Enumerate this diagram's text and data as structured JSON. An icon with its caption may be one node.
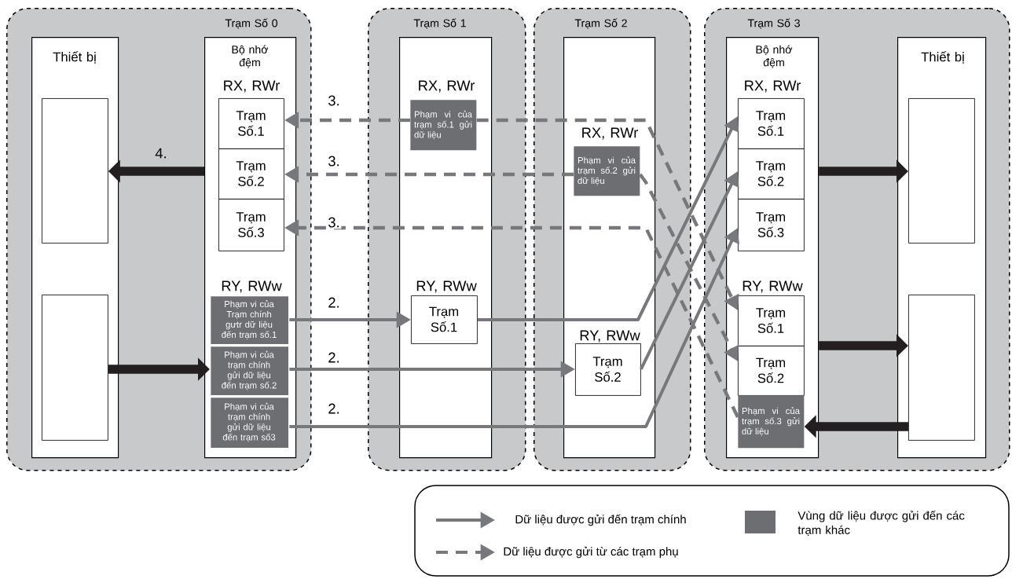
{
  "diagram": {
    "nodes": [
      {
        "text": [
          "Trạm Số 0"
        ]
      },
      {
        "text": [
          "Thiết bị"
        ],
        "in": 0
      },
      {
        "text": [],
        "shape": "box",
        "in": 1
      },
      {
        "text": [],
        "shape": "box",
        "in": 1
      },
      {
        "text": [
          "Bộ nhớ đệm",
          "RX, RWr",
          "RY, RWw"
        ],
        "in": 0
      },
      {
        "text": [
          "Trạm Số.1"
        ],
        "in": 4
      },
      {
        "text": [
          "Trạm Số.2"
        ],
        "in": 4
      },
      {
        "text": [
          "Trạm Số.3"
        ],
        "in": 4
      },
      {
        "text": [
          "Phạm vi của Trạm chính gưtr dữ liệu đến trạm số.1"
        ],
        "in": 4
      },
      {
        "text": [
          "Phạm vi của trạm chính gửi dữ liệu đến trạm số.2"
        ],
        "in": 4
      },
      {
        "text": [
          "Phạm vi của trạm chính gửi dữ liệu đến trạm số3"
        ],
        "in": 4
      },
      {
        "text": [
          "Trạm Số 1"
        ]
      },
      {
        "text": [
          "RX, RWr",
          "RY, RWw"
        ],
        "in": 11
      },
      {
        "text": [
          "Phạm vi của trạm số.1 gửi dữ liệu"
        ],
        "in": 12
      },
      {
        "text": [
          "Trạm Số.1"
        ],
        "in": 12
      },
      {
        "text": [
          "Trạm Số 2"
        ]
      },
      {
        "text": [
          "RX, RWr",
          "RY, RWw"
        ],
        "in": 15
      },
      {
        "text": [
          "Phạm vi của trạm số.2 gửi dữ liệu"
        ],
        "in": 16
      },
      {
        "text": [
          "Trạm Số.2"
        ],
        "in": 16
      },
      {
        "text": [
          "Trạm Số 3"
        ]
      },
      {
        "text": [
          "Bộ nhớ đệm",
          "RX, RWr",
          "RY, RWw"
        ],
        "in": 19
      },
      {
        "text": [
          "Trạm Số.1"
        ],
        "in": 20
      },
      {
        "text": [
          "Trạm Số.2"
        ],
        "in": 20
      },
      {
        "text": [
          "Trạm Số.3"
        ],
        "in": 20
      },
      {
        "text": [
          "Trạm Số.1"
        ],
        "in": 20
      },
      {
        "text": [
          "Trạm Số.2"
        ],
        "in": 20
      },
      {
        "text": [
          "Phạm vi của trạm số.3 gửi dữ liệu"
        ],
        "in": 20
      },
      {
        "text": [
          "Thiết bị"
        ],
        "in": 19
      },
      {
        "text": [],
        "shape": "box",
        "in": 27
      },
      {
        "text": [],
        "shape": "box",
        "in": 27
      }
    ],
    "edges": [
      {
        "from": 4,
        "to": 2,
        "arrow": "to",
        "label": "4.",
        "style": "thick",
        "color": "#231f20"
      },
      {
        "from": 3,
        "to": 9,
        "arrow": "to",
        "style": "thick",
        "color": "#231f20"
      },
      {
        "from": 20,
        "to": 28,
        "arrow": "to",
        "style": "thick",
        "color": "#231f20"
      },
      {
        "from": 20,
        "to": 29,
        "arrow": "to",
        "style": "thick",
        "color": "#231f20"
      },
      {
        "from": 29,
        "to": 26,
        "arrow": "to",
        "style": "thick",
        "color": "#231f20"
      },
      {
        "from": 8,
        "to": 14,
        "arrow": "to",
        "label": "2."
      },
      {
        "from": 14,
        "to": 21,
        "arrow": "to"
      },
      {
        "from": 9,
        "to": 18,
        "arrow": "to",
        "label": "2."
      },
      {
        "from": 18,
        "to": 22,
        "arrow": "to"
      },
      {
        "from": 10,
        "to": 23,
        "arrow": "to",
        "label": "2."
      },
      {
        "from": 13,
        "to": 5,
        "arrow": "to",
        "label": "3.",
        "style": "dashed"
      },
      {
        "from": 13,
        "to": 24,
        "arrow": "to",
        "style": "dashed"
      },
      {
        "from": 17,
        "to": 6,
        "arrow": "to",
        "label": "3.",
        "style": "dashed"
      },
      {
        "from": 17,
        "to": 25,
        "arrow": "to",
        "style": "dashed"
      },
      {
        "from": 26,
        "to": 7,
        "arrow": "to",
        "label": "3.",
        "style": "dashed"
      }
    ],
    "legend": [
      {
        "text": "Dữ liệu được gửi đến trạm chính"
      },
      {
        "text": "Dữ liệu được gửi từ các trạm phụ"
      },
      {
        "text": "Vùng dữ liệu được gửi đến các trạm khác",
        "color": "#6d6e71"
      }
    ]
  }
}
